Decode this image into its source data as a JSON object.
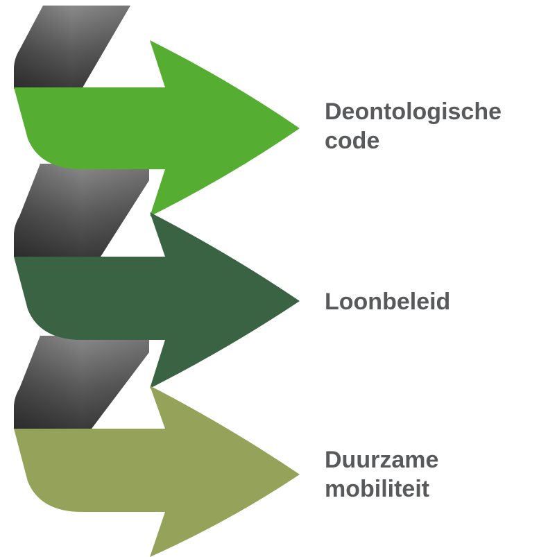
{
  "items": [
    {
      "lines": [
        "Deontologische",
        "code"
      ],
      "color": "#55ad32"
    },
    {
      "lines": [
        "Loonbeleid"
      ],
      "color": "#3a6343"
    },
    {
      "lines": [
        "Duurzame",
        "mobiliteit"
      ],
      "color": "#95a35a"
    }
  ],
  "colors": {
    "ribbon_light": "#8a8a8a",
    "ribbon_dark": "#3c3c3c",
    "label_text": "#58595b"
  }
}
